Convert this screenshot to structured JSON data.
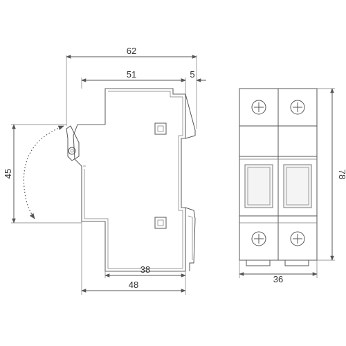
{
  "diagram": {
    "dimensions": {
      "width_overall": "62",
      "width_body": "51",
      "terminal_offset": "5",
      "rail_height": "45",
      "base_inner": "38",
      "base_outer": "48",
      "front_width": "36",
      "front_height": "78"
    },
    "colors": {
      "line": "#555555",
      "panel_fill": "#f4f4f4",
      "background": "#ffffff"
    }
  }
}
